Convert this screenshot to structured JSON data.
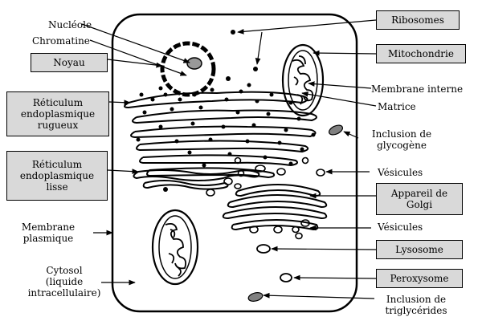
{
  "labels": {
    "nucleole": "Nucléole",
    "chromatine": "Chromatine",
    "noyau": "Noyau",
    "rer_1": "Réticulum",
    "rer_2": "endoplasmique",
    "rer_3": "rugueux",
    "rel_1": "Réticulum",
    "rel_2": "endoplasmique",
    "rel_3": "lisse",
    "membrane_plasmique_1": "Membrane",
    "membrane_plasmique_2": "plasmique",
    "cytosol_1": "Cytosol",
    "cytosol_2": "(liquide",
    "cytosol_3": "intracellulaire)",
    "ribosomes": "Ribosomes",
    "mitochondrie": "Mitochondrie",
    "membrane_interne": "Membrane interne",
    "matrice": "Matrice",
    "glycogene_1": "Inclusion de",
    "glycogene_2": "glycogène",
    "vesicules_top": "Vésicules",
    "golgi_1": "Appareil de",
    "golgi_2": "Golgi",
    "vesicules_bottom": "Vésicules",
    "lysosome": "Lysosome",
    "peroxysome": "Peroxysome",
    "triglycerides_1": "Inclusion de",
    "triglycerides_2": "triglycérides"
  },
  "colors": {
    "label_box_fill": "#d9d9d9",
    "inclusion_fill": "#808080",
    "nucleolus_fill": "#999999",
    "outline": "#000000"
  }
}
